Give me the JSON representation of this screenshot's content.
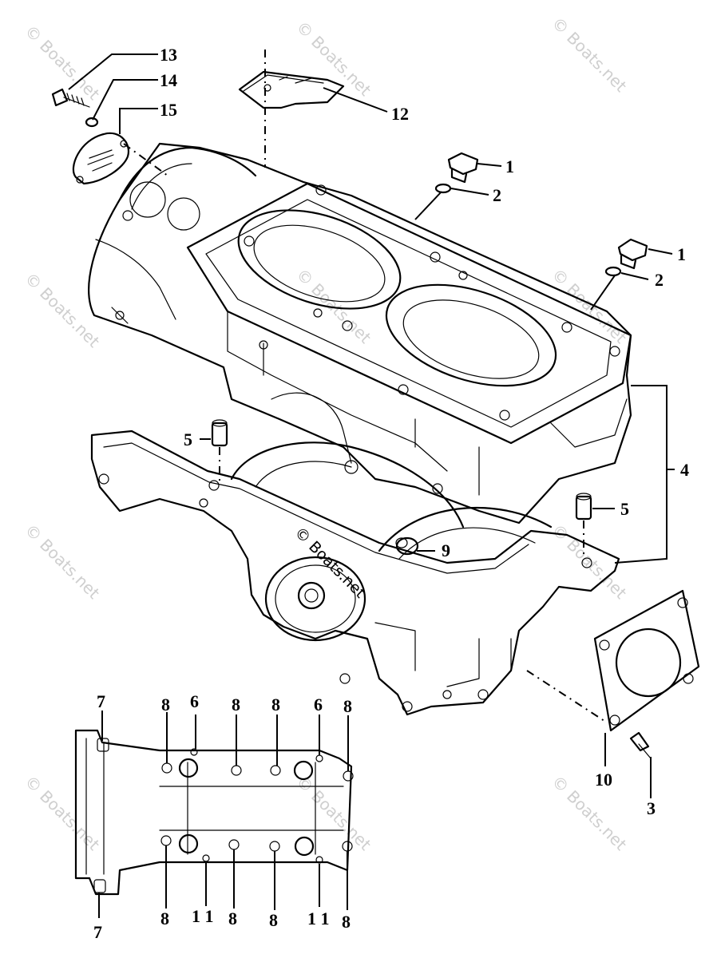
{
  "watermark": "© Boats.net",
  "center_stamp": "© Boats.net",
  "callouts": {
    "c13": "13",
    "c14": "14",
    "c15": "15",
    "c12": "12",
    "c1a": "1",
    "c2a": "2",
    "c1b": "1",
    "c2b": "2",
    "c4": "4",
    "c5a": "5",
    "c5b": "5",
    "c9": "9",
    "c10": "10",
    "c3": "3",
    "c7a": "7",
    "c7b": "7",
    "t8a": "8",
    "t6a": "6",
    "t8b": "8",
    "t8c": "8",
    "t6b": "6",
    "t8d": "8",
    "b8a": "8",
    "b11a": "1 1",
    "b8b": "8",
    "b8c": "8",
    "b11b": "1 1",
    "b8d": "8"
  }
}
